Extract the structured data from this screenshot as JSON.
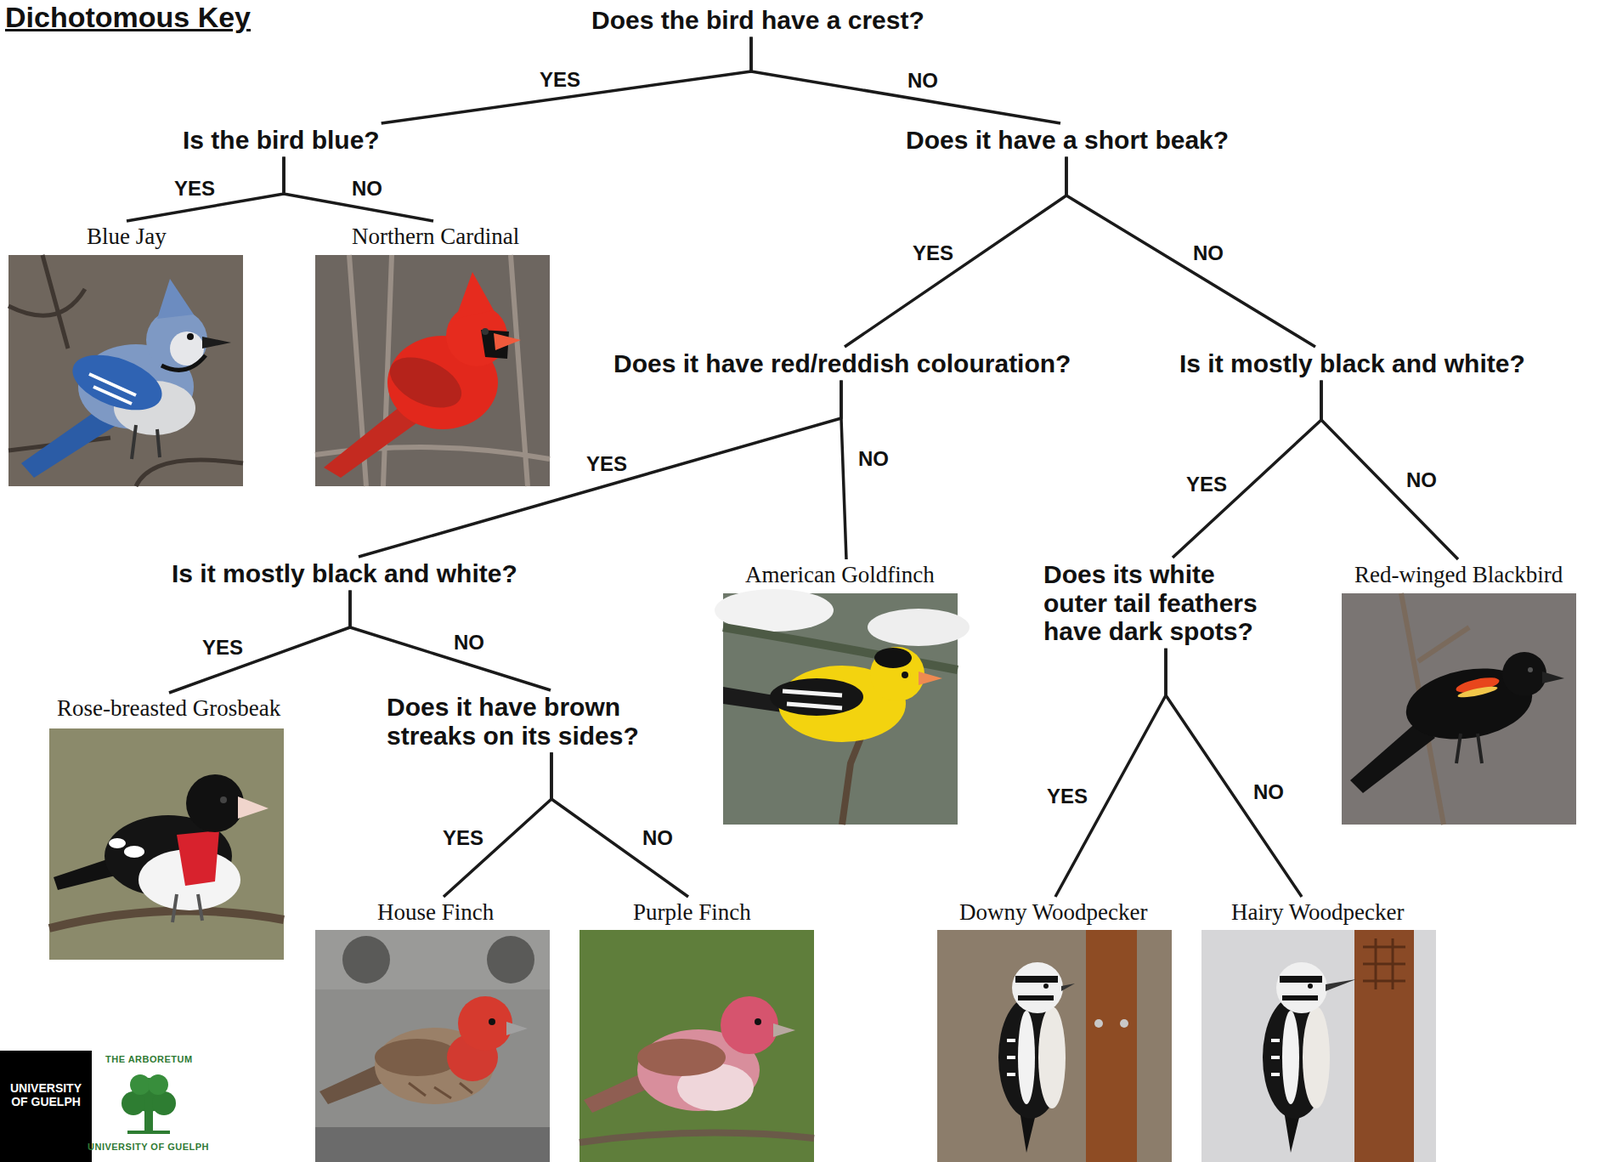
{
  "diagram": {
    "title": "Dichotomous Key",
    "nodes": [
      {
        "text": [
          "Does the bird have a crest?"
        ]
      },
      {
        "text": [
          "Is the bird blue?"
        ]
      },
      {
        "text": [
          "Does it have a short beak?"
        ]
      },
      {
        "text": [
          "Blue Jay"
        ]
      },
      {
        "text": [
          "Northern Cardinal"
        ]
      },
      {
        "text": [
          "Does it have red/reddish colouration?"
        ]
      },
      {
        "text": [
          "Is it mostly black and white?"
        ]
      },
      {
        "text": [
          "Is it mostly black and white?"
        ]
      },
      {
        "text": [
          "American Goldfinch"
        ]
      },
      {
        "text": [
          "Does its white outer tail feathers have dark spots?"
        ]
      },
      {
        "text": [
          "Red-winged Blackbird"
        ]
      },
      {
        "text": [
          "Rose-breasted Grosbeak"
        ]
      },
      {
        "text": [
          "Does it have brown streaks on its sides?"
        ]
      },
      {
        "text": [
          "House Finch"
        ]
      },
      {
        "text": [
          "Purple Finch"
        ]
      },
      {
        "text": [
          "Downy Woodpecker"
        ]
      },
      {
        "text": [
          "Hairy Woodpecker"
        ]
      }
    ],
    "edges": [
      {
        "from": 0,
        "to": 1,
        "label": "YES",
        "arrow": "none"
      },
      {
        "from": 0,
        "to": 2,
        "label": "NO",
        "arrow": "none"
      },
      {
        "from": 1,
        "to": 3,
        "label": "YES",
        "arrow": "none"
      },
      {
        "from": 1,
        "to": 4,
        "label": "NO",
        "arrow": "none"
      },
      {
        "from": 2,
        "to": 5,
        "label": "YES",
        "arrow": "none"
      },
      {
        "from": 2,
        "to": 6,
        "label": "NO",
        "arrow": "none"
      },
      {
        "from": 5,
        "to": 7,
        "label": "YES",
        "arrow": "none"
      },
      {
        "from": 5,
        "to": 8,
        "label": "NO",
        "arrow": "none"
      },
      {
        "from": 6,
        "to": 9,
        "label": "YES",
        "arrow": "none"
      },
      {
        "from": 6,
        "to": 10,
        "label": "NO",
        "arrow": "none"
      },
      {
        "from": 7,
        "to": 11,
        "label": "YES",
        "arrow": "none"
      },
      {
        "from": 7,
        "to": 12,
        "label": "NO",
        "arrow": "none"
      },
      {
        "from": 12,
        "to": 13,
        "label": "YES",
        "arrow": "none"
      },
      {
        "from": 12,
        "to": 14,
        "label": "NO",
        "arrow": "none"
      },
      {
        "from": 9,
        "to": 15,
        "label": "YES",
        "arrow": "none"
      },
      {
        "from": 9,
        "to": 16,
        "label": "NO",
        "arrow": "none"
      }
    ],
    "labels": [
      "UNIVERSITY OF GUELPH",
      "THE ARBORETUM",
      "UNIVERSITY OF GUELPH"
    ]
  }
}
